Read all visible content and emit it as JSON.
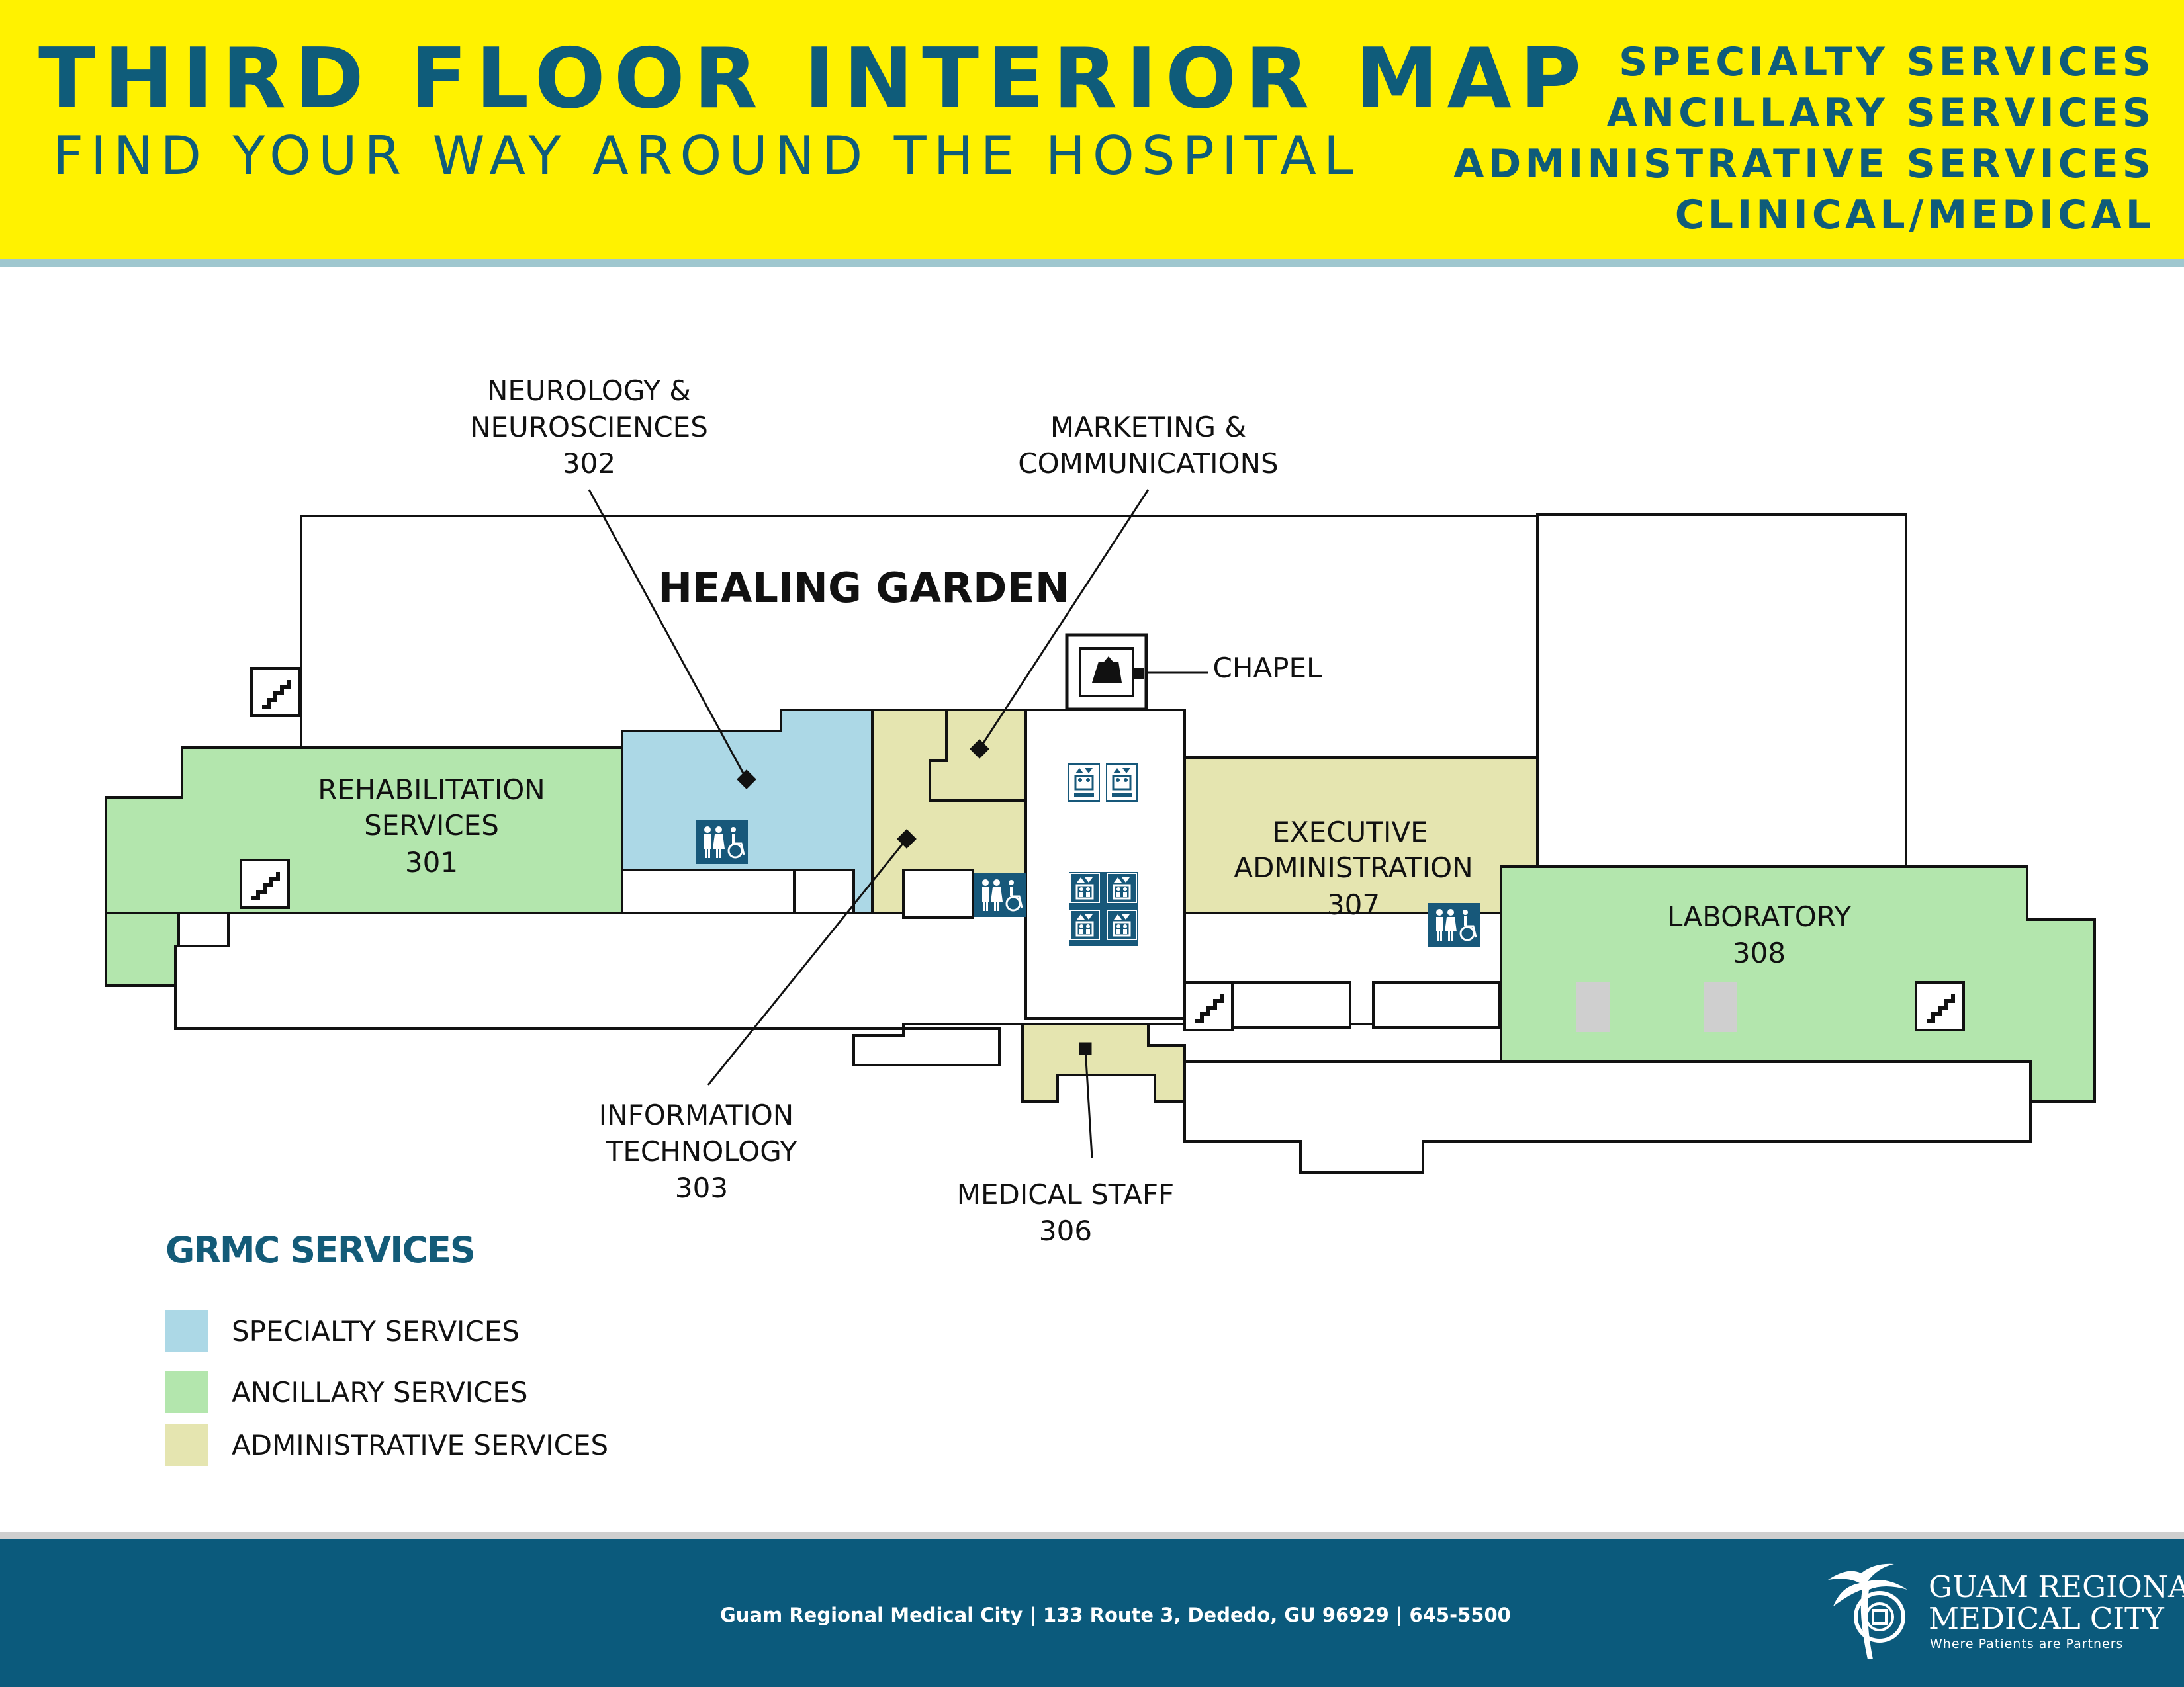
{
  "header": {
    "title": "THIRD FLOOR INTERIOR MAP",
    "subtitle": "FIND YOUR WAY AROUND THE HOSPITAL",
    "categories": [
      "SPECIALTY SERVICES",
      "ANCILLARY SERVICES",
      "ADMINISTRATIVE SERVICES",
      "CLINICAL/MEDICAL"
    ]
  },
  "colors": {
    "header_bg": "#fff200",
    "brand_blue": "#0f5c7a",
    "specialty": "#acd8e6",
    "ancillary": "#b3e6ad",
    "administrative": "#e5e5b0",
    "amenity_icon_bg": "#17587a",
    "footer_bg": "#0b5a7c"
  },
  "map": {
    "garden_label": "HEALING GARDEN",
    "rooms": {
      "neurology": [
        "NEUROLOGY &",
        "NEUROSCIENCES",
        "302"
      ],
      "marketing": [
        "MARKETING &",
        "COMMUNICATIONS"
      ],
      "chapel": [
        "CHAPEL"
      ],
      "rehab": [
        "REHABILITATION",
        "SERVICES",
        "301"
      ],
      "executive": [
        "EXECUTIVE",
        "ADMINISTRATION",
        "307"
      ],
      "laboratory": [
        "LABORATORY",
        "308"
      ],
      "it": [
        "INFORMATION",
        "TECHNOLOGY",
        "303"
      ],
      "medstaff": [
        "MEDICAL STAFF",
        "306"
      ]
    },
    "icons": [
      "stairs-icon",
      "restroom-icon",
      "elevator-icon",
      "chapel-icon"
    ]
  },
  "legend": {
    "title": "GRMC SERVICES",
    "items": [
      {
        "label": "SPECIALTY SERVICES",
        "color": "#acd8e6"
      },
      {
        "label": "ANCILLARY SERVICES",
        "color": "#b3e6ad"
      },
      {
        "label": "ADMINISTRATIVE SERVICES",
        "color": "#e5e5b0"
      }
    ]
  },
  "footer": {
    "address": "Guam Regional Medical City  |  133 Route 3, Dededo, GU 96929 | 645-5500",
    "logo_line1": "GUAM REGIONAL",
    "logo_line2": "MEDICAL CITY",
    "tagline": "Where Patients are Partners"
  }
}
